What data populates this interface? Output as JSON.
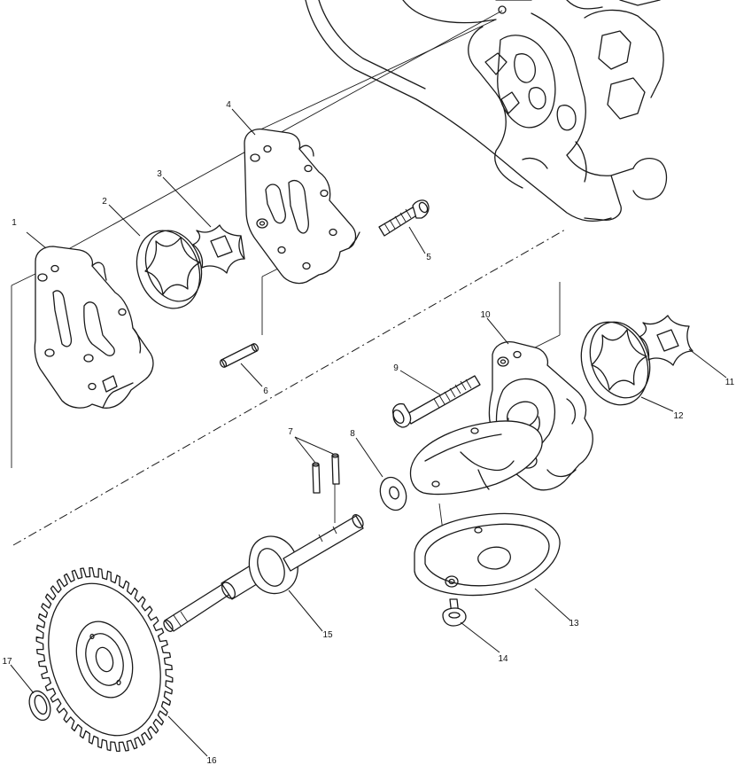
{
  "diagram": {
    "type": "exploded-parts-view",
    "line_color": "#1a1a1a",
    "background": "#ffffff",
    "callouts": [
      {
        "id": "c1",
        "label": "1"
      },
      {
        "id": "c2",
        "label": "2"
      },
      {
        "id": "c3",
        "label": "3"
      },
      {
        "id": "c4",
        "label": "4"
      },
      {
        "id": "c5",
        "label": "5"
      },
      {
        "id": "c6",
        "label": "6"
      },
      {
        "id": "c7a",
        "label": "7"
      },
      {
        "id": "c8",
        "label": "8"
      },
      {
        "id": "c9",
        "label": "9"
      },
      {
        "id": "c10",
        "label": "10"
      },
      {
        "id": "c11",
        "label": "11"
      },
      {
        "id": "c12",
        "label": "12"
      },
      {
        "id": "c13",
        "label": "13"
      },
      {
        "id": "c14",
        "label": "14"
      },
      {
        "id": "c15",
        "label": "15"
      },
      {
        "id": "c16",
        "label": "16"
      },
      {
        "id": "c17",
        "label": "17"
      }
    ]
  }
}
